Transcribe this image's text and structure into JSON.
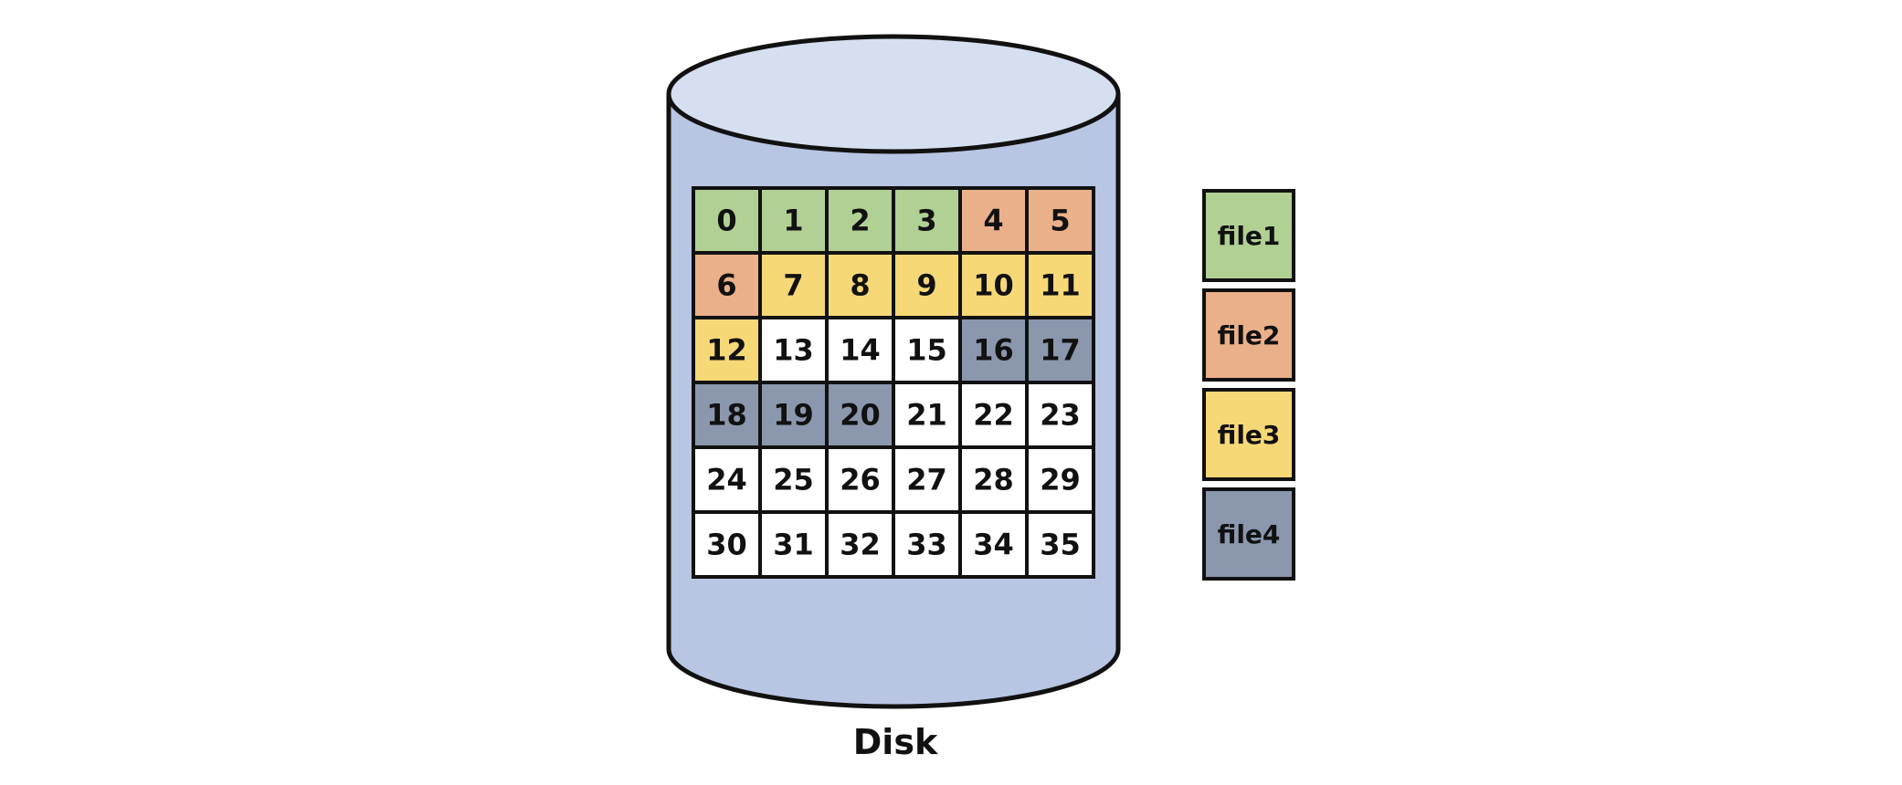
{
  "disk": {
    "label": "Disk",
    "body_color": "#b8c5e3",
    "top_color": "#d5dff0"
  },
  "block_grid": {
    "columns": 6,
    "rows": 6,
    "blocks": [
      {
        "id": "0",
        "file": "file1"
      },
      {
        "id": "1",
        "file": "file1"
      },
      {
        "id": "2",
        "file": "file1"
      },
      {
        "id": "3",
        "file": "file1"
      },
      {
        "id": "4",
        "file": "file2"
      },
      {
        "id": "5",
        "file": "file2"
      },
      {
        "id": "6",
        "file": "file2"
      },
      {
        "id": "7",
        "file": "file3"
      },
      {
        "id": "8",
        "file": "file3"
      },
      {
        "id": "9",
        "file": "file3"
      },
      {
        "id": "10",
        "file": "file3"
      },
      {
        "id": "11",
        "file": "file3"
      },
      {
        "id": "12",
        "file": "file3"
      },
      {
        "id": "13",
        "file": ""
      },
      {
        "id": "14",
        "file": ""
      },
      {
        "id": "15",
        "file": ""
      },
      {
        "id": "16",
        "file": "file4"
      },
      {
        "id": "17",
        "file": "file4"
      },
      {
        "id": "18",
        "file": "file4"
      },
      {
        "id": "19",
        "file": "file4"
      },
      {
        "id": "20",
        "file": "file4"
      },
      {
        "id": "21",
        "file": ""
      },
      {
        "id": "22",
        "file": ""
      },
      {
        "id": "23",
        "file": ""
      },
      {
        "id": "24",
        "file": ""
      },
      {
        "id": "25",
        "file": ""
      },
      {
        "id": "26",
        "file": ""
      },
      {
        "id": "27",
        "file": ""
      },
      {
        "id": "28",
        "file": ""
      },
      {
        "id": "29",
        "file": ""
      },
      {
        "id": "30",
        "file": ""
      },
      {
        "id": "31",
        "file": ""
      },
      {
        "id": "32",
        "file": ""
      },
      {
        "id": "33",
        "file": ""
      },
      {
        "id": "34",
        "file": ""
      },
      {
        "id": "35",
        "file": ""
      }
    ],
    "free_color": "#ffffff"
  },
  "legend": [
    {
      "label": "file1",
      "color": "#b1d093"
    },
    {
      "label": "file2",
      "color": "#eab089"
    },
    {
      "label": "file3",
      "color": "#f7d877"
    },
    {
      "label": "file4",
      "color": "#8a97ad"
    }
  ]
}
